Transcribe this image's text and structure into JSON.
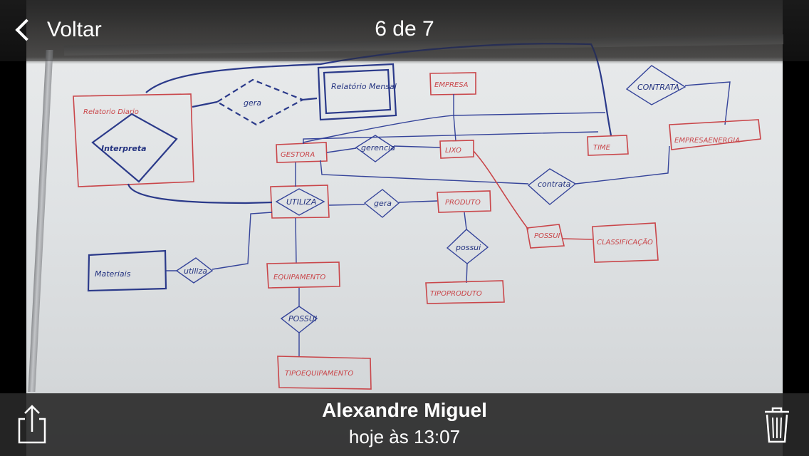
{
  "header": {
    "back_label": "Voltar",
    "counter": "6 de 7"
  },
  "footer": {
    "author": "Alexandre Miguel",
    "timestamp": "hoje às 13:07"
  },
  "whiteboard": {
    "entities_red": [
      "Relatorio Diario",
      "EMPRESA",
      "GESTORA",
      "LIXO",
      "TIME",
      "EMPRESAENERGIA",
      "PRODUTO",
      "CLASSIFICAÇÃO",
      "EQUIPAMENTO",
      "TIPOPRODUTO",
      "TIPOEQUIPAMENTO"
    ],
    "entities_blue": [
      "Relatório Mensal",
      "Materiais"
    ],
    "relationships": [
      "Interpreta",
      "gera",
      "CONTRATA",
      "gerencia",
      "UTILIZA",
      "gera",
      "contrata",
      "POSSUI",
      "possui",
      "utiliza",
      "POSSUI"
    ]
  },
  "icons": {
    "back": "chevron-left-icon",
    "share": "share-icon",
    "trash": "trash-icon"
  },
  "colors": {
    "bar_background": "#282828",
    "text": "#ffffff",
    "marker_red": "#c9464a",
    "marker_blue": "#2b3a8a"
  }
}
